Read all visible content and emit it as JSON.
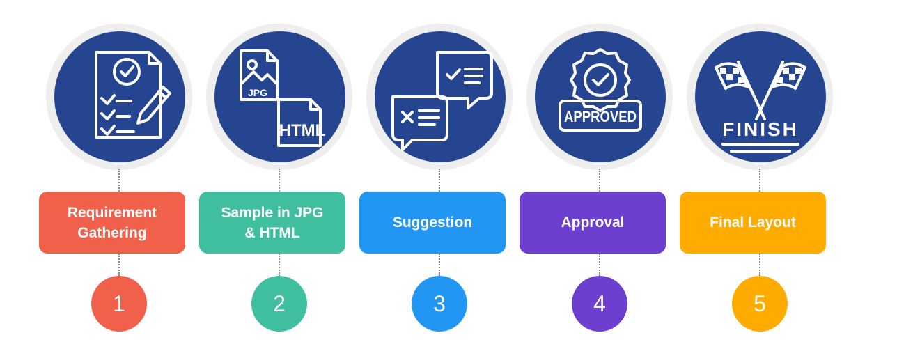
{
  "steps": [
    {
      "label": "Requirement\nGathering",
      "number": "1",
      "color": "#f0604b",
      "icon": "checklist-pencil-icon"
    },
    {
      "label": "Sample in JPG\n& HTML",
      "number": "2",
      "color": "#3fbfa0",
      "icon": "jpg-html-files-icon",
      "icon_text": [
        "JPG",
        "HTML"
      ]
    },
    {
      "label": "Suggestion",
      "number": "3",
      "color": "#2196f3",
      "icon": "chat-bubbles-icon"
    },
    {
      "label": "Approval",
      "number": "4",
      "color": "#6c3fcf",
      "icon": "approved-badge-icon",
      "icon_text": [
        "APPROVED"
      ]
    },
    {
      "label": "Final Layout",
      "number": "5",
      "color": "#ffab00",
      "icon": "finish-flags-icon",
      "icon_text": [
        "FINISH"
      ]
    }
  ],
  "colors": {
    "disc": "#254590",
    "halo": "#eeeeee",
    "connector": "#8a8a8a"
  }
}
